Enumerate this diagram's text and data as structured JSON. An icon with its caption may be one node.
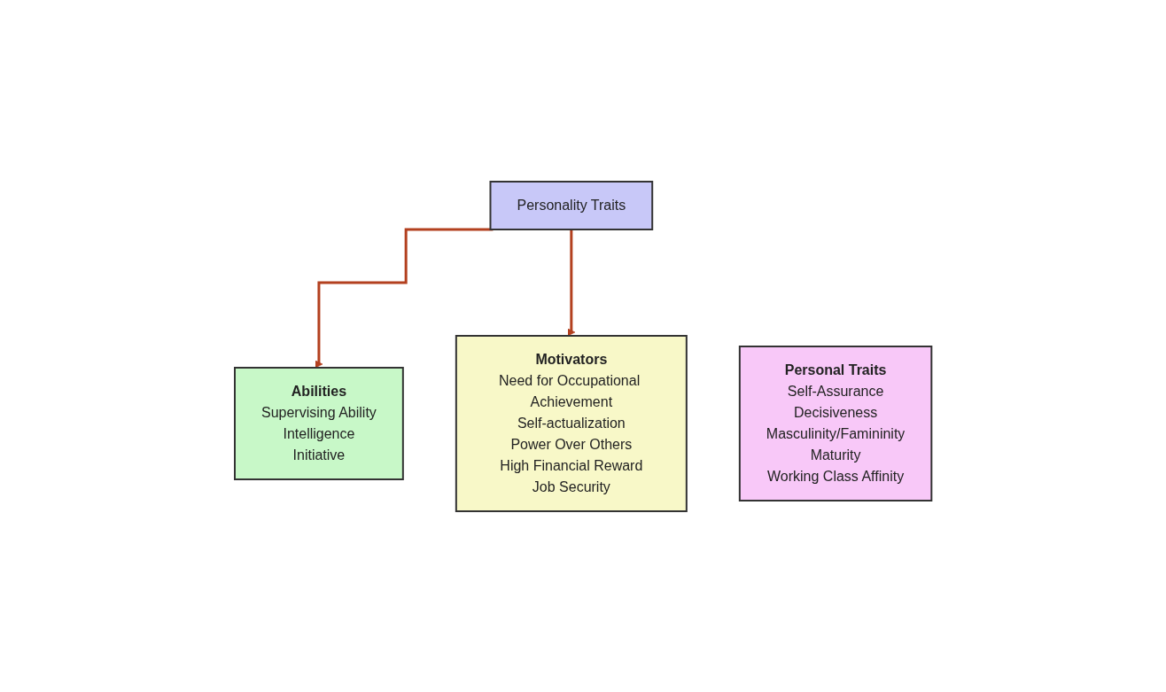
{
  "diagram": {
    "nodes": [
      {
        "text": [
          "Personality Traits"
        ]
      },
      {
        "text": [
          "Abilities",
          "Supervising Ability",
          "Intelligence",
          "Initiative"
        ]
      },
      {
        "text": [
          "Personal Traits",
          "Self-Assurance",
          "Decisiveness",
          "Masculinity/Famininity",
          "Maturity",
          "Working Class Affinity"
        ]
      },
      {
        "text": [
          "Motivators",
          "Need for Occupational Achievement",
          "Self-actualization",
          "Power Over Others",
          "High Financial Reward",
          "Job Security"
        ]
      }
    ],
    "edges": [
      {
        "from": 0,
        "to": 1,
        "arrow": "to",
        "color": "#b3401f"
      },
      {
        "from": 0,
        "to": 3,
        "arrow": "to",
        "color": "#b3401f"
      }
    ]
  }
}
